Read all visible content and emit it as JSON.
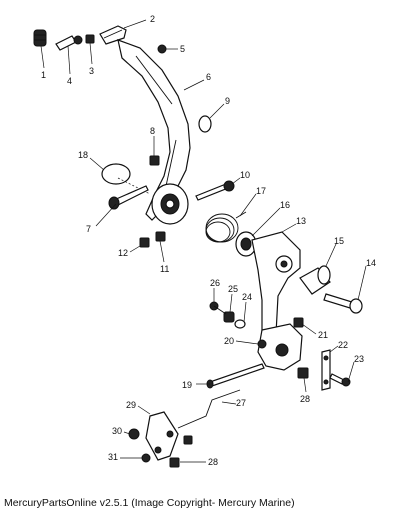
{
  "caption": "MercuryPartsOnline v2.5.1 (Image Copyright- Mercury Marine)",
  "callouts": [
    "1",
    "2",
    "3",
    "4",
    "5",
    "6",
    "7",
    "8",
    "9",
    "10",
    "11",
    "12",
    "13",
    "14",
    "15",
    "16",
    "17",
    "18",
    "19",
    "20",
    "21",
    "22",
    "23",
    "24",
    "25",
    "26",
    "27",
    "28",
    "29",
    "30",
    "31"
  ]
}
